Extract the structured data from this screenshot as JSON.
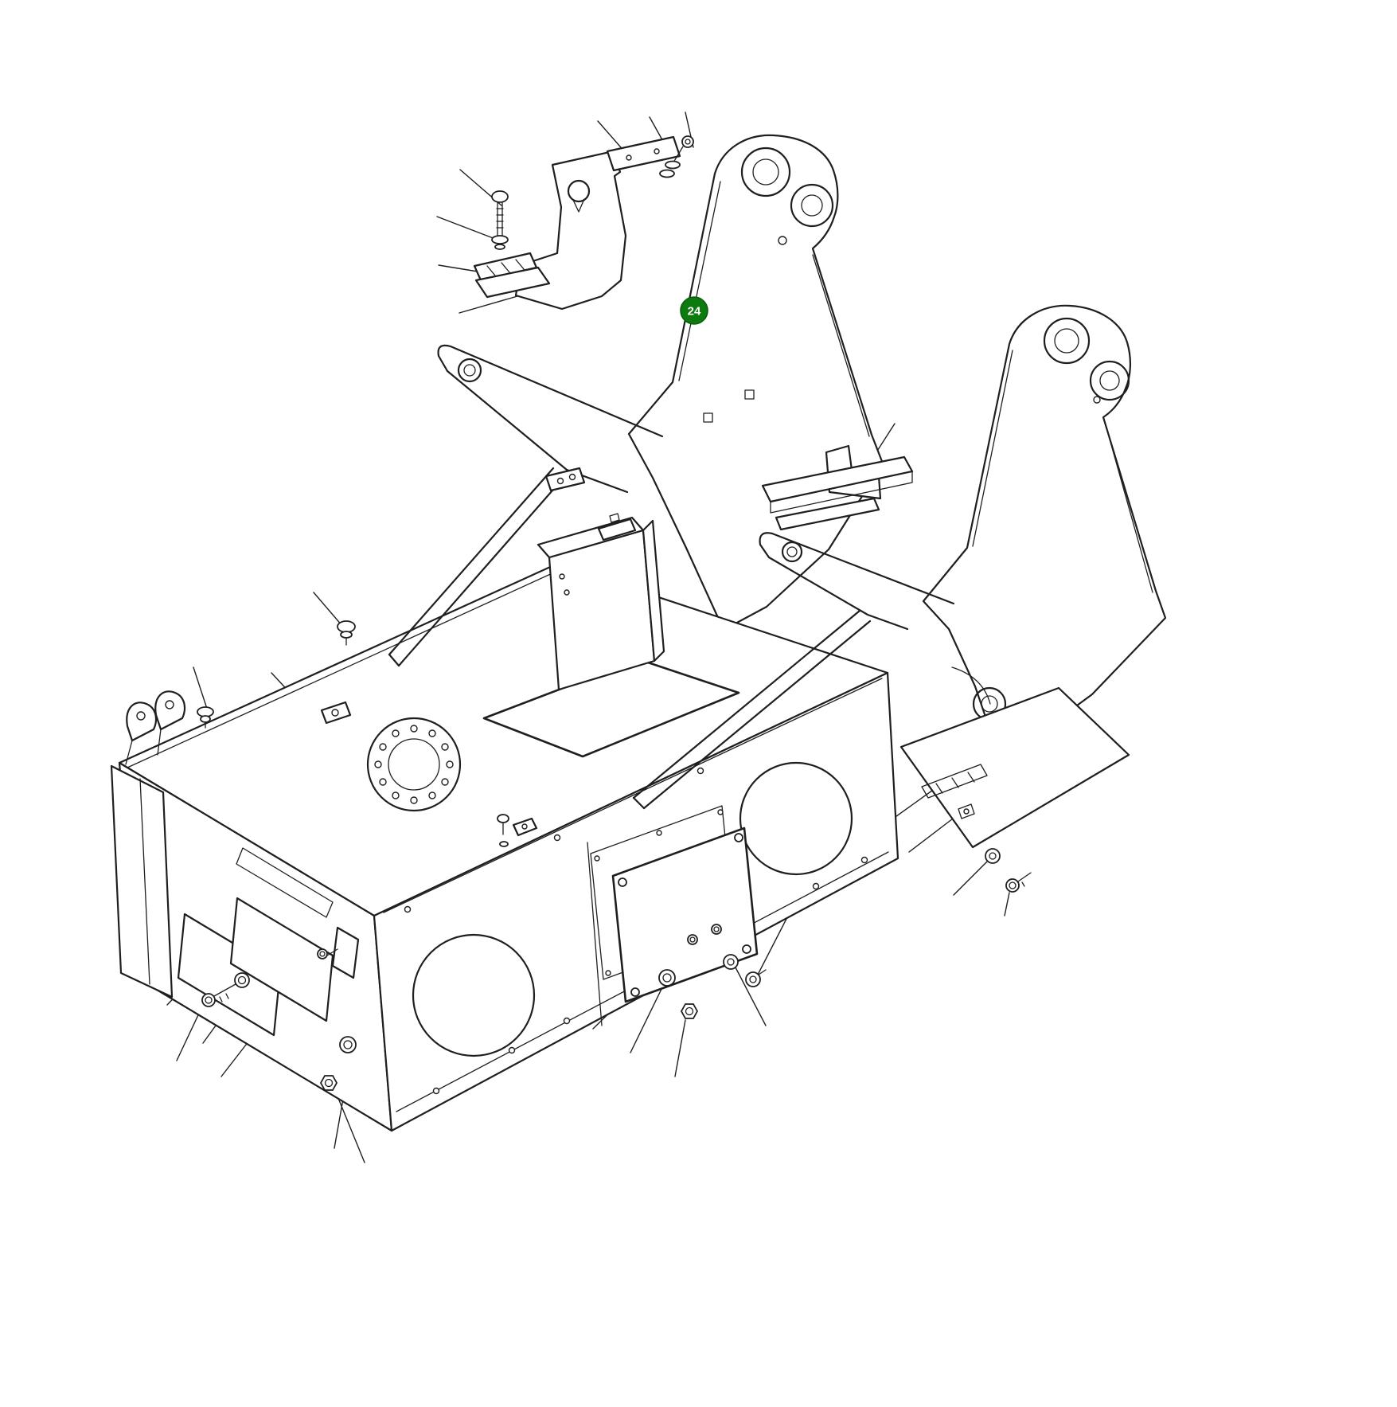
{
  "page": {
    "background_color": "#ffffff"
  },
  "diagram": {
    "kind": "exploded-parts-line-drawing",
    "description": "Isometric exploded line drawing of a main frame weldment: two lift-arm towers with bushings, lower box frame with flange and access openings, mounting brackets, cover plates, step plate and loose fasteners with leader lines",
    "line_color": "#1f1f1f",
    "callout": {
      "label": "24",
      "shape": "circle",
      "fill": "#0d7a0d",
      "text_color": "#ffffff"
    }
  }
}
